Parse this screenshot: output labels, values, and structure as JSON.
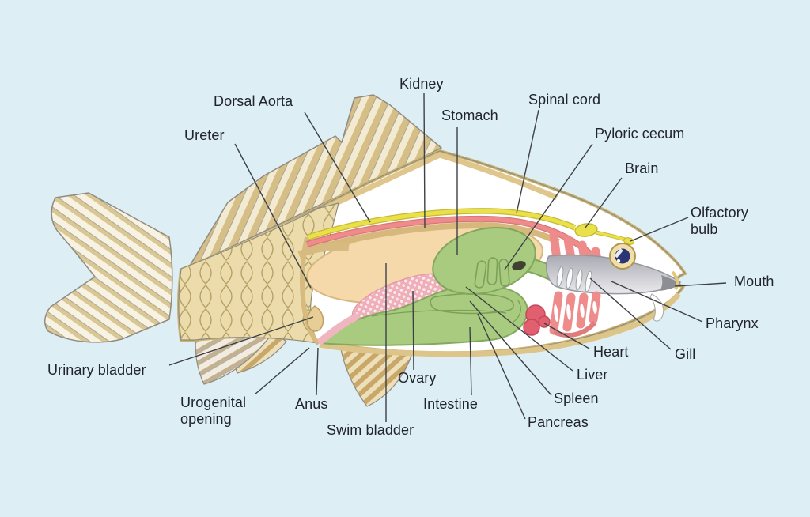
{
  "figure": {
    "type": "anatomical-diagram",
    "subject": "Fish internal anatomy (lateral dissection view)",
    "background": "#ddeef5"
  },
  "labels": {
    "kidney": {
      "text": "Kidney"
    },
    "dorsal_aorta": {
      "text": "Dorsal Aorta"
    },
    "ureter": {
      "text": "Ureter"
    },
    "stomach": {
      "text": "Stomach"
    },
    "spinal_cord": {
      "text": "Spinal cord"
    },
    "pyloric_cecum": {
      "text": "Pyloric cecum"
    },
    "brain": {
      "text": "Brain"
    },
    "olfactory_bulb": {
      "text": "Olfactory bulb"
    },
    "mouth": {
      "text": "Mouth"
    },
    "pharynx": {
      "text": "Pharynx"
    },
    "gill": {
      "text": "Gill"
    },
    "heart": {
      "text": "Heart"
    },
    "liver": {
      "text": "Liver"
    },
    "spleen": {
      "text": "Spleen"
    },
    "pancreas": {
      "text": "Pancreas"
    },
    "intestine": {
      "text": "Intestine"
    },
    "ovary": {
      "text": "Ovary"
    },
    "swim_bladder": {
      "text": "Swim bladder"
    },
    "anus": {
      "text": "Anus"
    },
    "urogenital_opening": {
      "text": "Urogenital opening"
    },
    "urinary_bladder": {
      "text": "Urinary bladder"
    }
  },
  "colors": {
    "background": "#ddeef5",
    "body_outline_gold": "#cbb26d",
    "fin_stripe_tan": "#d6bf86",
    "scale_line": "#b4a167",
    "spinal_cord_yellow": "#e9e04a",
    "dorsal_aorta_red": "#ee8b8b",
    "kidney_tan": "#d6b87c",
    "swim_bladder_peach": "#f6d9ab",
    "organ_green": "#a9cb80",
    "organ_green_outline": "#82a65c",
    "ovary_pink": "#f2b9c1",
    "liver_pink": "#f5c4c4",
    "heart_red": "#e25f70",
    "mouth_gray": "#c6c6cd",
    "eye_navy": "#2b3575",
    "label_text": "#21242b",
    "leader_line": "#3d4045"
  }
}
